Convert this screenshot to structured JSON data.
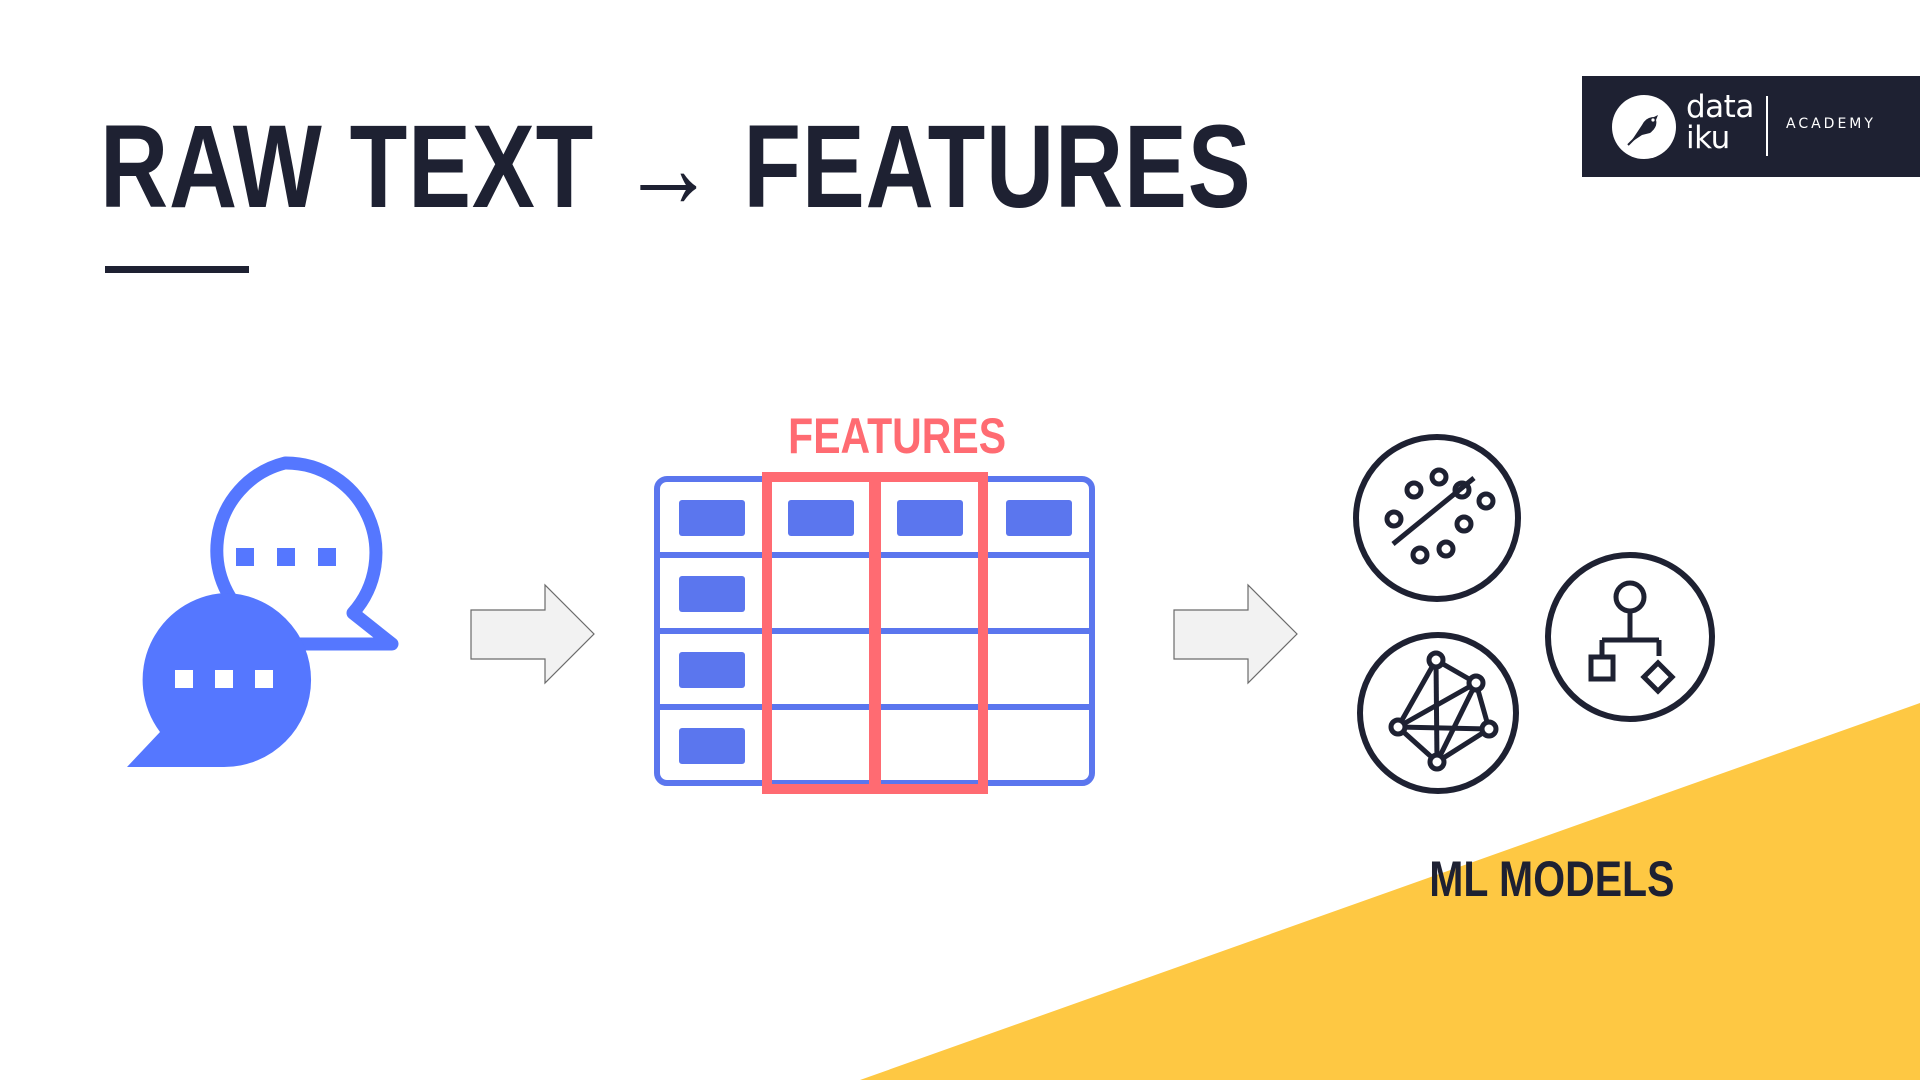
{
  "slide": {
    "title": "RAW TEXT → FEATURES",
    "features_label": "FEATURES",
    "models_label": "ML MODELS"
  },
  "logo": {
    "word_line1": "data",
    "word_line2": "iku",
    "tagline": "ACADEMY"
  },
  "diagram": {
    "table": {
      "rows": 4,
      "columns": 4,
      "highlighted_columns": [
        2,
        3
      ]
    },
    "model_icons": [
      "percentage-icon",
      "network-graph-icon",
      "decision-tree-icon"
    ]
  },
  "colors": {
    "dark": "#1e2132",
    "blue": "#5b76ee",
    "chat_blue": "#5577ff",
    "coral": "#ff6b72",
    "yellow": "#fec843",
    "arrow_fill": "#f2f2f2"
  }
}
